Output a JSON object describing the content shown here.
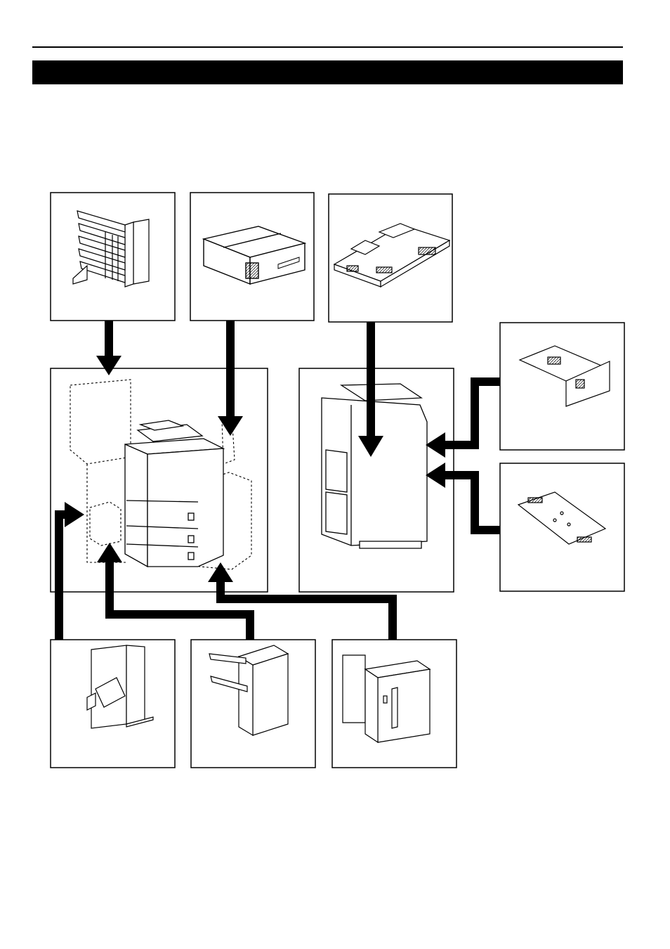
{
  "page": {
    "header_rule": "top-rule",
    "title_bar": "section-title-bar"
  },
  "diagram": {
    "main_unit_front": "copier-front-view",
    "main_unit_rear": "copier-rear-view",
    "options": [
      {
        "id": "mailbox",
        "icon": "multi-tray-mailbox-icon"
      },
      {
        "id": "key-counter",
        "icon": "key-counter-box-icon"
      },
      {
        "id": "printer-board",
        "icon": "printer-controller-board-icon"
      },
      {
        "id": "network-card",
        "icon": "network-interface-card-icon"
      },
      {
        "id": "fax-board",
        "icon": "fax-circuit-board-icon"
      },
      {
        "id": "document-finisher",
        "icon": "side-finisher-icon"
      },
      {
        "id": "booklet-finisher",
        "icon": "stacker-finisher-icon"
      },
      {
        "id": "side-feeder",
        "icon": "large-capacity-feeder-icon"
      }
    ]
  }
}
